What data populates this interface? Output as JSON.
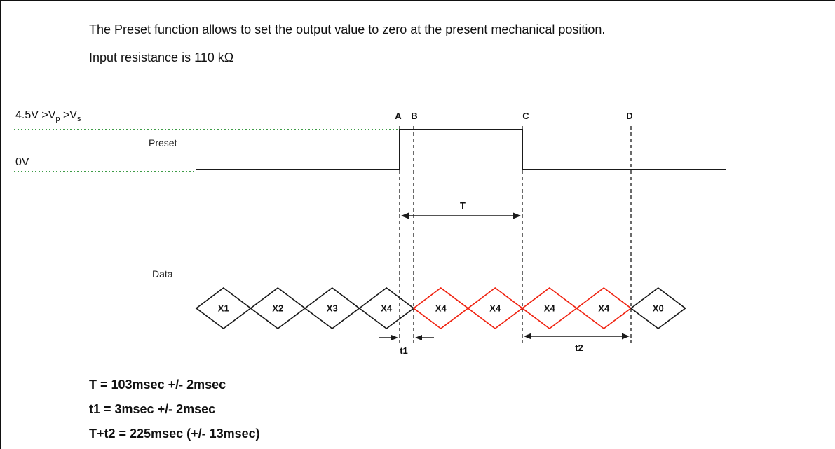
{
  "page": {
    "intro_line1": "The Preset function allows to set the output value to zero at the present mechanical position.",
    "intro_line2": "Input resistance is 110 kΩ"
  },
  "diagram": {
    "voltage_high": {
      "p1": "4.5V >V",
      "s1": "p",
      "p2": " >V",
      "s2": "s"
    },
    "voltage_low": "0V",
    "preset_label": "Preset",
    "data_label": "Data",
    "markers": [
      {
        "label": "A"
      },
      {
        "label": "B"
      },
      {
        "label": "C"
      },
      {
        "label": "D"
      }
    ],
    "t_label": "T",
    "t1_label": "t1",
    "t2_label": "t2",
    "colors": {
      "dotted_reference_line": "#3e9c47",
      "waveform": "#1a1a1a",
      "data_black": "#1a1a1a",
      "data_red": "#f02311"
    },
    "data_cells": [
      {
        "label": "X1",
        "color": "black"
      },
      {
        "label": "X2",
        "color": "black"
      },
      {
        "label": "X3",
        "color": "black"
      },
      {
        "label": "X4",
        "color": "black"
      },
      {
        "label": "X4",
        "color": "red"
      },
      {
        "label": "X4",
        "color": "red"
      },
      {
        "label": "X4",
        "color": "red"
      },
      {
        "label": "X4",
        "color": "red"
      },
      {
        "label": "X0",
        "color": "black"
      }
    ]
  },
  "timing_notes": [
    "T = 103msec +/- 2msec",
    "t1 = 3msec +/- 2msec",
    "T+t2 = 225msec (+/- 13msec)"
  ]
}
